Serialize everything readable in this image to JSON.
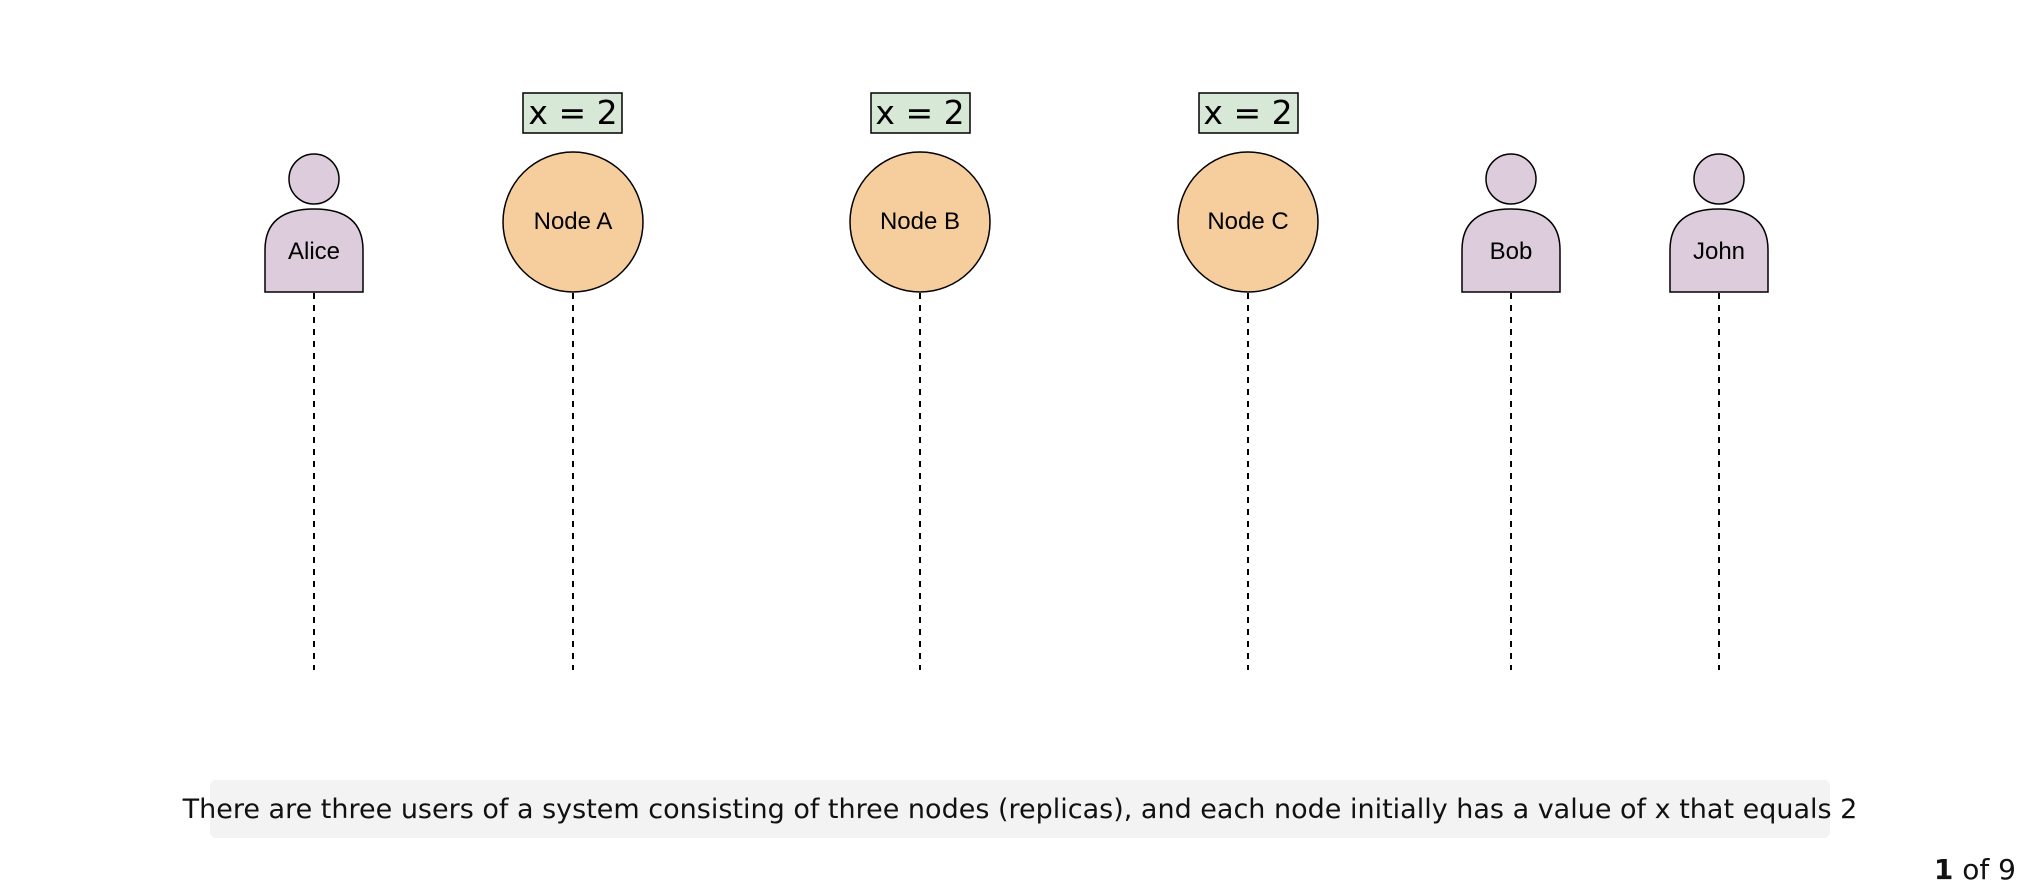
{
  "diagram": {
    "users": [
      {
        "id": "alice",
        "label": "Alice"
      },
      {
        "id": "bob",
        "label": "Bob"
      },
      {
        "id": "john",
        "label": "John"
      }
    ],
    "nodes": [
      {
        "id": "node-a",
        "label": "Node A",
        "value": "x = 2"
      },
      {
        "id": "node-b",
        "label": "Node B",
        "value": "x = 2"
      },
      {
        "id": "node-c",
        "label": "Node C",
        "value": "x = 2"
      }
    ],
    "colors": {
      "user_fill": "#dcccdc",
      "node_fill": "#f6cd9d",
      "value_fill": "#d8e8d6",
      "stroke": "#000000"
    }
  },
  "caption": "There are three users of a system consisting of three nodes (replicas), and each node initially has a value of x that equals 2",
  "pager": {
    "current": "1",
    "of_label": "of 9"
  }
}
